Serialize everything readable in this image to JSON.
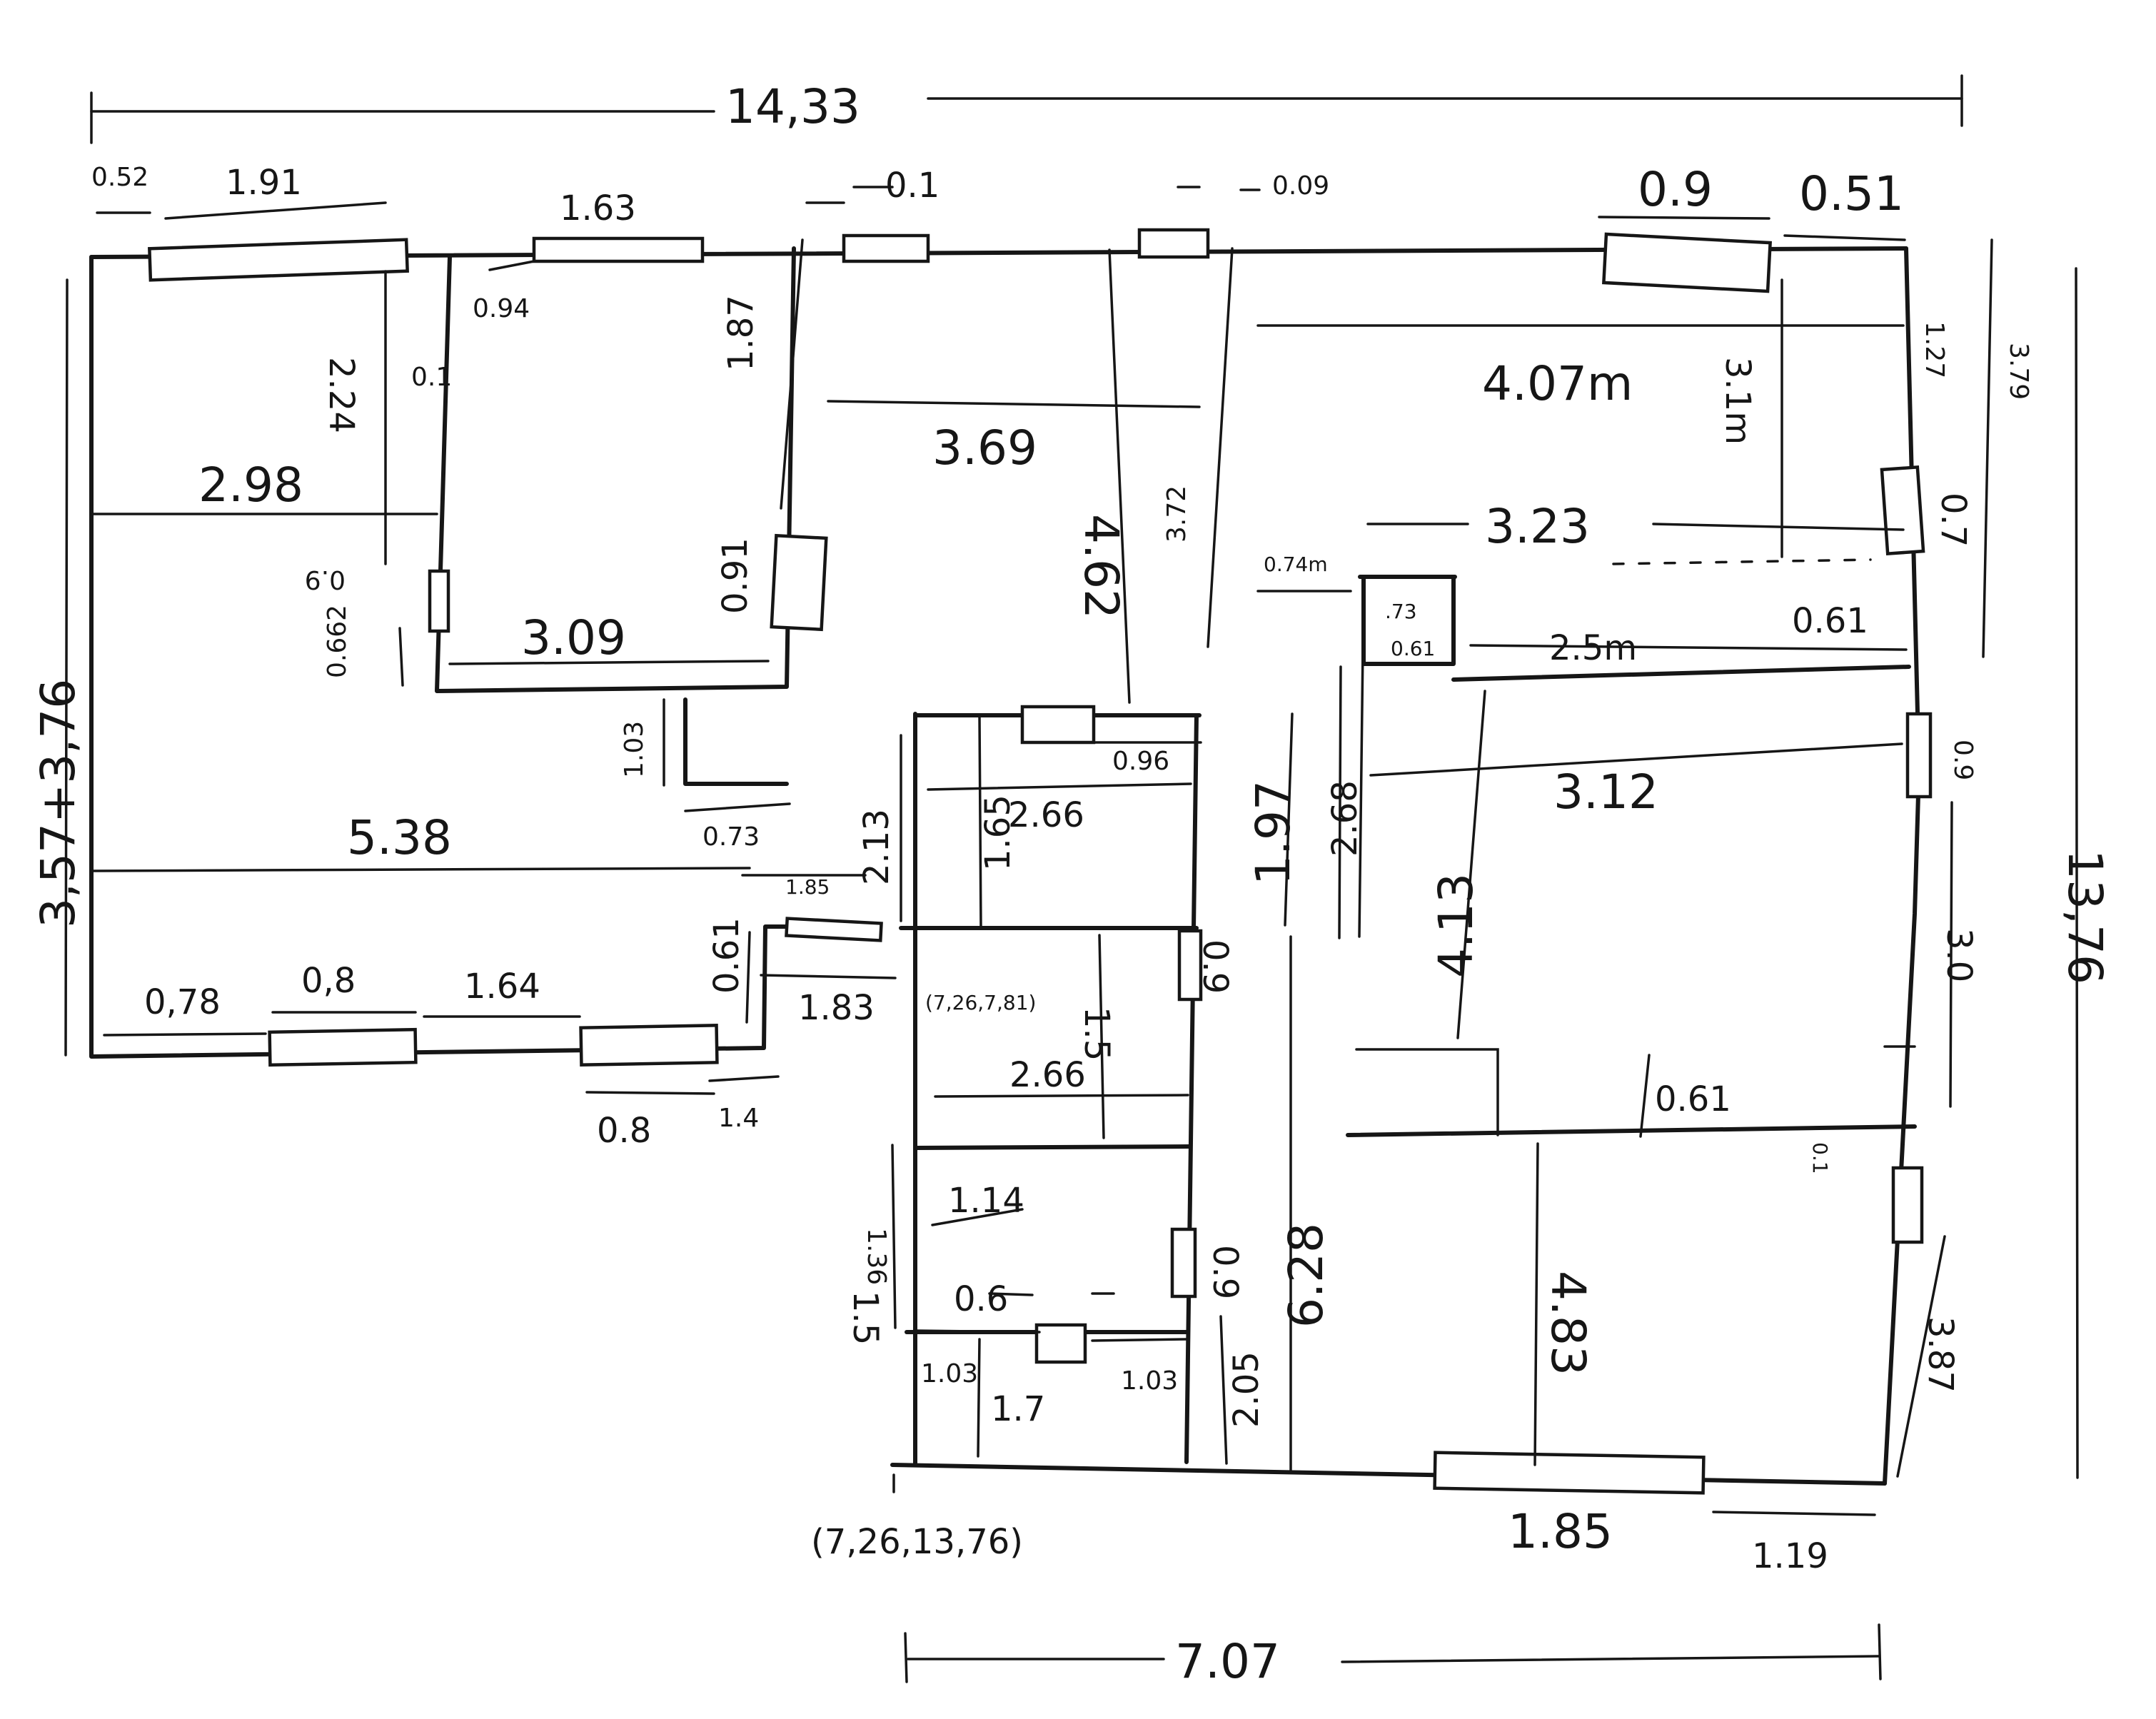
{
  "plan": {
    "overall": {
      "width": "14,33",
      "height": "13,76",
      "left_height": "3,57+3,76",
      "bottom_width": "7.07"
    },
    "coords": {
      "c1": "(7,26,7,81)",
      "c2": "(7,26,13,76)"
    },
    "dims": {
      "d052": "0.52",
      "d191": "1.91",
      "d163": "1.63",
      "d01a": "0.1",
      "d009": "0.09",
      "d09": "0.9",
      "d051": "0.51",
      "d094": "0.94",
      "d01b": "0.1",
      "d224": "2.24",
      "d298": "2.98",
      "d187": "1.87",
      "d369": "3.69",
      "d372": "3.72",
      "d462": "4.62",
      "d407": "4.07m",
      "d31": "3.1m",
      "d127": "1.27",
      "d379": "3.79",
      "d07": "0.7",
      "d323": "3.23",
      "d074": "0.74m",
      "d073": ".73",
      "d061a": "0.61",
      "d25": "2.5m",
      "d061b": "0.61",
      "d09b": "0.9",
      "d0662": "0.662",
      "d091": "0.91",
      "d309": "3.09",
      "d103": "1.03",
      "d073b": "0.73",
      "d538": "5.38",
      "d185": "1.85",
      "d213": "2.13",
      "d096": "0.96",
      "d266a": "2.66",
      "d165": "1.65",
      "d197": "1.97",
      "d268": "2.68",
      "d312": "3.12",
      "d413": "4.13",
      "d09c": "0.9",
      "d30": "3.0",
      "d078": "0,78",
      "d08a": "0,8",
      "d164": "1.64",
      "d061c": "0.61",
      "d183": "1.83",
      "d08b": "0.8",
      "d14": "1.4",
      "d266b": "2.66",
      "d15a": "1.5",
      "d09d": "0.9",
      "d061d": "0.61",
      "d01c": "0.1",
      "d136": "1.36",
      "d114": "1.14",
      "d15b": "1.5",
      "d06": "0.6",
      "d09e": "0.9",
      "d628": "6.28",
      "d483": "4.83",
      "d103b": "1.03",
      "d103c": "1.03",
      "d17": "1.7",
      "d205": "2.05",
      "d387": "3.87",
      "d185b": "1.85",
      "d119": "1.19"
    }
  }
}
